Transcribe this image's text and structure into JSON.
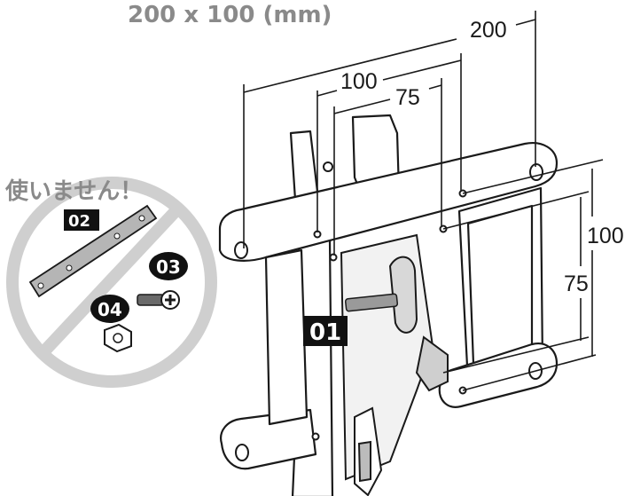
{
  "title": "200 x 100 (mm)",
  "dimensions": {
    "top_200": "200",
    "top_100": "100",
    "top_75": "75",
    "side_100": "100",
    "side_75": "75"
  },
  "parts": {
    "main_label": "01",
    "strip_label": "02",
    "screw_label": "03",
    "nut_label": "04"
  },
  "not_used_text": "使いません！",
  "colors": {
    "title_gray": "#8a8a8a",
    "badge_black": "#111111",
    "prohibit_gray": "#cfcfcf"
  }
}
